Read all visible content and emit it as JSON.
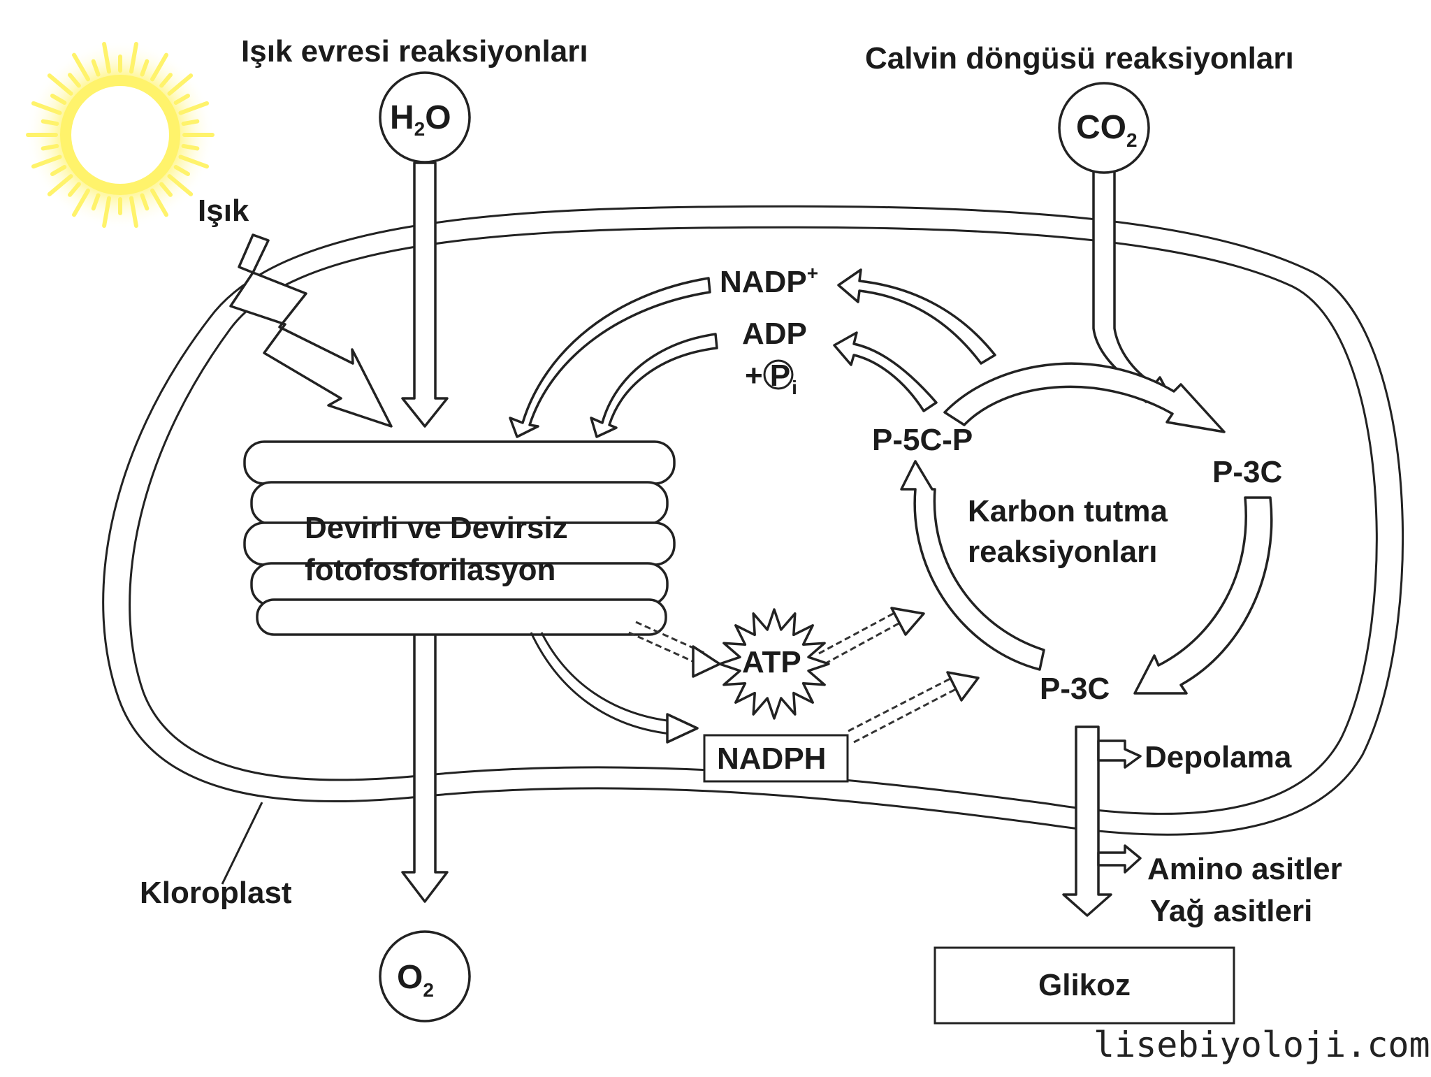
{
  "headers": {
    "light": "Işık evresi reaksiyonları",
    "calvin": "Calvin döngüsü reaksiyonları"
  },
  "molecules": {
    "water": {
      "base": "H",
      "sub": "2",
      "rest": "O"
    },
    "carbon_dioxide": {
      "base": "CO",
      "sub": "2"
    },
    "oxygen": {
      "base": "O",
      "sub": "2"
    },
    "nadp_plus": {
      "base": "NADP",
      "sup": "+"
    },
    "adp": "ADP",
    "pi": {
      "prefix": "+",
      "letter": "P",
      "sub": "i"
    },
    "atp": "ATP",
    "nadph": "NADPH"
  },
  "labels": {
    "light": "Işık",
    "thylakoid_line1": "Devirli ve Devirsiz",
    "thylakoid_line2": "fotofosforilasyon",
    "carbon_fix_line1": "Karbon tutma",
    "carbon_fix_line2": "reaksiyonları",
    "p5cp": "P-5C-P",
    "p3c_top": "P-3C",
    "p3c_bottom": "P-3C",
    "storage": "Depolama",
    "amino_line1": "Amino asitler",
    "amino_line2": "Yağ asitleri",
    "glucose": "Glikoz",
    "chloroplast": "Kloroplast"
  },
  "watermark": "lisebiyoloji.com",
  "colors": {
    "sun": "#fff36b",
    "sun_glow": "#fff9a8",
    "ink": "#1b1b1b"
  }
}
